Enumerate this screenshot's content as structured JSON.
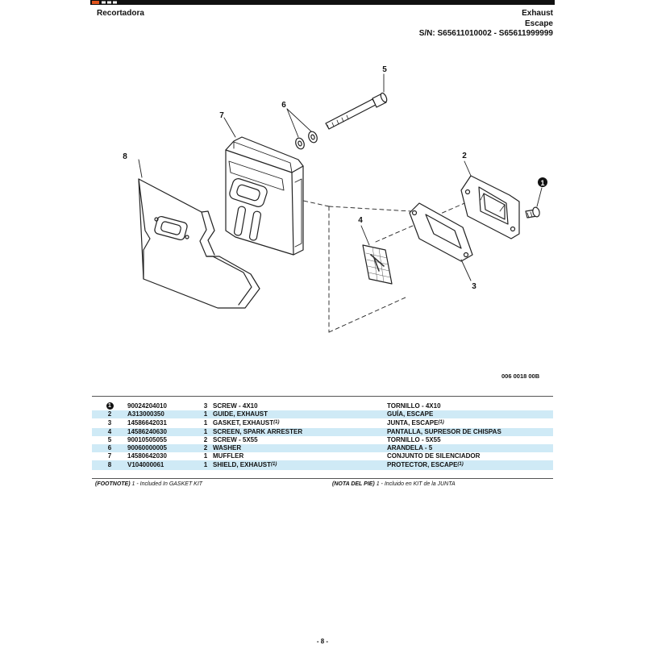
{
  "header": {
    "model": "Recortadora",
    "section_en": "Exhaust",
    "section_es": "Escape",
    "serial_range": "S/N: S65611010002 - S65611999999"
  },
  "diagram": {
    "callouts": [
      "1",
      "2",
      "3",
      "4",
      "5",
      "6",
      "7",
      "8"
    ],
    "figure_code": "006 0018 00B"
  },
  "parts_table": {
    "rows": [
      {
        "ref": "1",
        "ref_circled": true,
        "part_no": "90024204010",
        "qty": "3",
        "desc_en": "SCREW - 4X10",
        "footnote_en": "",
        "desc_es": "TORNILLO - 4X10",
        "footnote_es": ""
      },
      {
        "ref": "2",
        "ref_circled": false,
        "part_no": "A313000350",
        "qty": "1",
        "desc_en": "GUIDE, EXHAUST",
        "footnote_en": "",
        "desc_es": "GUÍA, ESCAPE",
        "footnote_es": ""
      },
      {
        "ref": "3",
        "ref_circled": false,
        "part_no": "14586642031",
        "qty": "1",
        "desc_en": "GASKET, EXHAUST",
        "footnote_en": "(1)",
        "desc_es": "JUNTA, ESCAPE",
        "footnote_es": "(1)"
      },
      {
        "ref": "4",
        "ref_circled": false,
        "part_no": "14586240630",
        "qty": "1",
        "desc_en": "SCREEN, SPARK ARRESTER",
        "footnote_en": "",
        "desc_es": "PANTALLA, SUPRESOR DE CHISPAS",
        "footnote_es": ""
      },
      {
        "ref": "5",
        "ref_circled": false,
        "part_no": "90010505055",
        "qty": "2",
        "desc_en": "SCREW - 5X55",
        "footnote_en": "",
        "desc_es": "TORNILLO - 5X55",
        "footnote_es": ""
      },
      {
        "ref": "6",
        "ref_circled": false,
        "part_no": "90060000005",
        "qty": "2",
        "desc_en": "WASHER",
        "footnote_en": "",
        "desc_es": "ARANDELA - 5",
        "footnote_es": ""
      },
      {
        "ref": "7",
        "ref_circled": false,
        "part_no": "14580642030",
        "qty": "1",
        "desc_en": "MUFFLER",
        "footnote_en": "",
        "desc_es": "CONJUNTO DE SILENCIADOR",
        "footnote_es": ""
      },
      {
        "ref": "8",
        "ref_circled": false,
        "part_no": "V104000061",
        "qty": "1",
        "desc_en": "SHIELD, EXHAUST",
        "footnote_en": "(1)",
        "desc_es": "PROTECTOR, ESCAPE",
        "footnote_es": "(1)"
      }
    ]
  },
  "footnotes": {
    "en_label": "(FOOTNOTE)",
    "en_text": "1 - Included In GASKET KIT",
    "es_label": "(NOTA DEL PIE)",
    "es_text": "1 - Incluido en KIT de la JUNTA"
  },
  "page_number": "- 8 -",
  "colors": {
    "row_highlight": "#cfeaf6",
    "brand_accent": "#e2541c",
    "ink": "#111111"
  }
}
